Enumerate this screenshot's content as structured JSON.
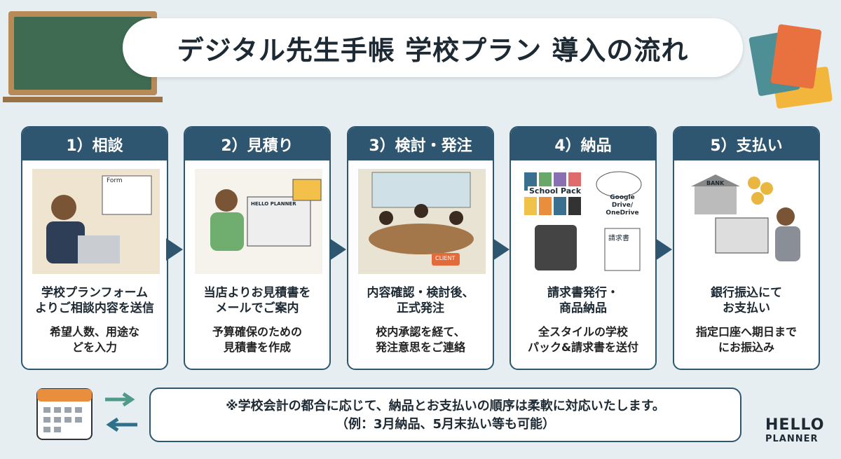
{
  "title": "デジタル先生手帳 学校プラン 導入の流れ",
  "steps": [
    {
      "header": "1）相談",
      "main": "学校プランフォーム\nよりご相談内容を送信",
      "sub": "希望人数、用途な\nどを入力",
      "illustration_text": "Form"
    },
    {
      "header": "2）見積り",
      "main": "当店よりお見積書を\nメールでご案内",
      "sub": "予算確保のための\n見積書を作成",
      "illustration_text": "HELLO PLANNER"
    },
    {
      "header": "3）検討・発注",
      "main": "内容確認・検討後、\n正式発注",
      "sub": "校内承認を経て、\n発注意思をご連絡",
      "illustration_text": "CLIENT"
    },
    {
      "header": "4）納品",
      "main": "請求書発行・\n商品納品",
      "sub": "全スタイルの学校\nパック&請求書を送付",
      "illustration_text": "School Pack",
      "cloud_text": "Google Drive/\nOneDrive",
      "invoice_text": "請求書"
    },
    {
      "header": "5）支払い",
      "main": "銀行振込にて\nお支払い",
      "sub": "指定口座へ期日まで\nにお振込み",
      "illustration_text": "BANK"
    }
  ],
  "note": {
    "line1": "※学校会計の都合に応じて、納品とお支払いの順序は柔軟に対応いたします。",
    "line2": "（例：3月納品、5月末払い等も可能）"
  },
  "logo": {
    "line1": "HELLO",
    "line2": "PLANNER"
  },
  "colors": {
    "accent": "#2e5670",
    "background": "#e6eef2"
  }
}
